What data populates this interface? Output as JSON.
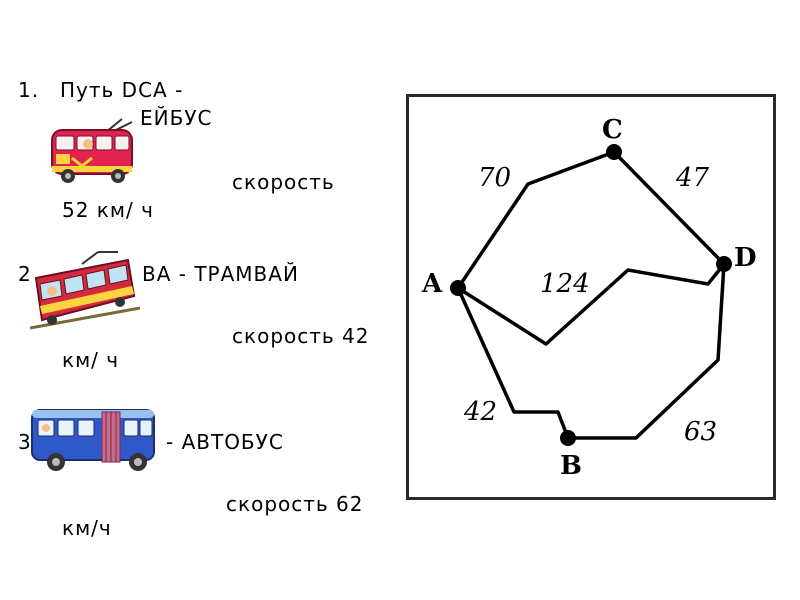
{
  "list": [
    {
      "number": "1.",
      "route": "Путь  DCA  -",
      "vehicle_fragment": "ЕЙБУС",
      "speed_label": "скорость",
      "speed_value": "52 км/ ч",
      "vehicle_icon": "trolleybus-icon"
    },
    {
      "number": "2",
      "vehicle_fragment": "ВА  - ТРАМВАЙ",
      "speed_label": "скорость  42",
      "speed_unit": "км/ ч",
      "vehicle_icon": "tram-icon"
    },
    {
      "number": "3",
      "vehicle_fragment": "-  АВТОБУС",
      "speed_label": "скорость  62",
      "speed_unit": "км/ч",
      "vehicle_icon": "bus-icon"
    }
  ],
  "graph": {
    "nodes": {
      "A": "A",
      "B": "B",
      "C": "C",
      "D": "D"
    },
    "edges": [
      {
        "from": "A",
        "to": "C",
        "length": "70"
      },
      {
        "from": "C",
        "to": "D",
        "length": "47"
      },
      {
        "from": "A",
        "to": "D",
        "length": "124"
      },
      {
        "from": "A",
        "to": "B",
        "length": "42"
      },
      {
        "from": "B",
        "to": "D",
        "length": "63"
      }
    ]
  }
}
